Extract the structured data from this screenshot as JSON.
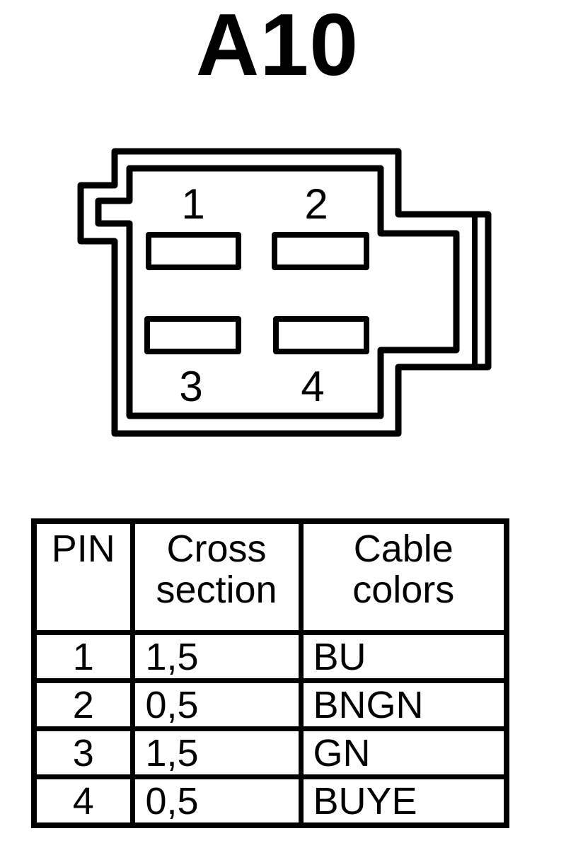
{
  "title": "A10",
  "connector": {
    "pins": [
      {
        "number": "1"
      },
      {
        "number": "2"
      },
      {
        "number": "3"
      },
      {
        "number": "4"
      }
    ]
  },
  "table": {
    "headers": {
      "pin": "PIN",
      "cross_section": "Cross section",
      "cable_colors": "Cable colors"
    },
    "rows": [
      {
        "pin": "1",
        "cross_section": "1,5",
        "cable_colors": "BU"
      },
      {
        "pin": "2",
        "cross_section": "0,5",
        "cable_colors": "BNGN"
      },
      {
        "pin": "3",
        "cross_section": "1,5",
        "cable_colors": "GN"
      },
      {
        "pin": "4",
        "cross_section": "0,5",
        "cable_colors": "BUYE"
      }
    ]
  },
  "colors": {
    "line": "#000000",
    "background": "#ffffff"
  }
}
